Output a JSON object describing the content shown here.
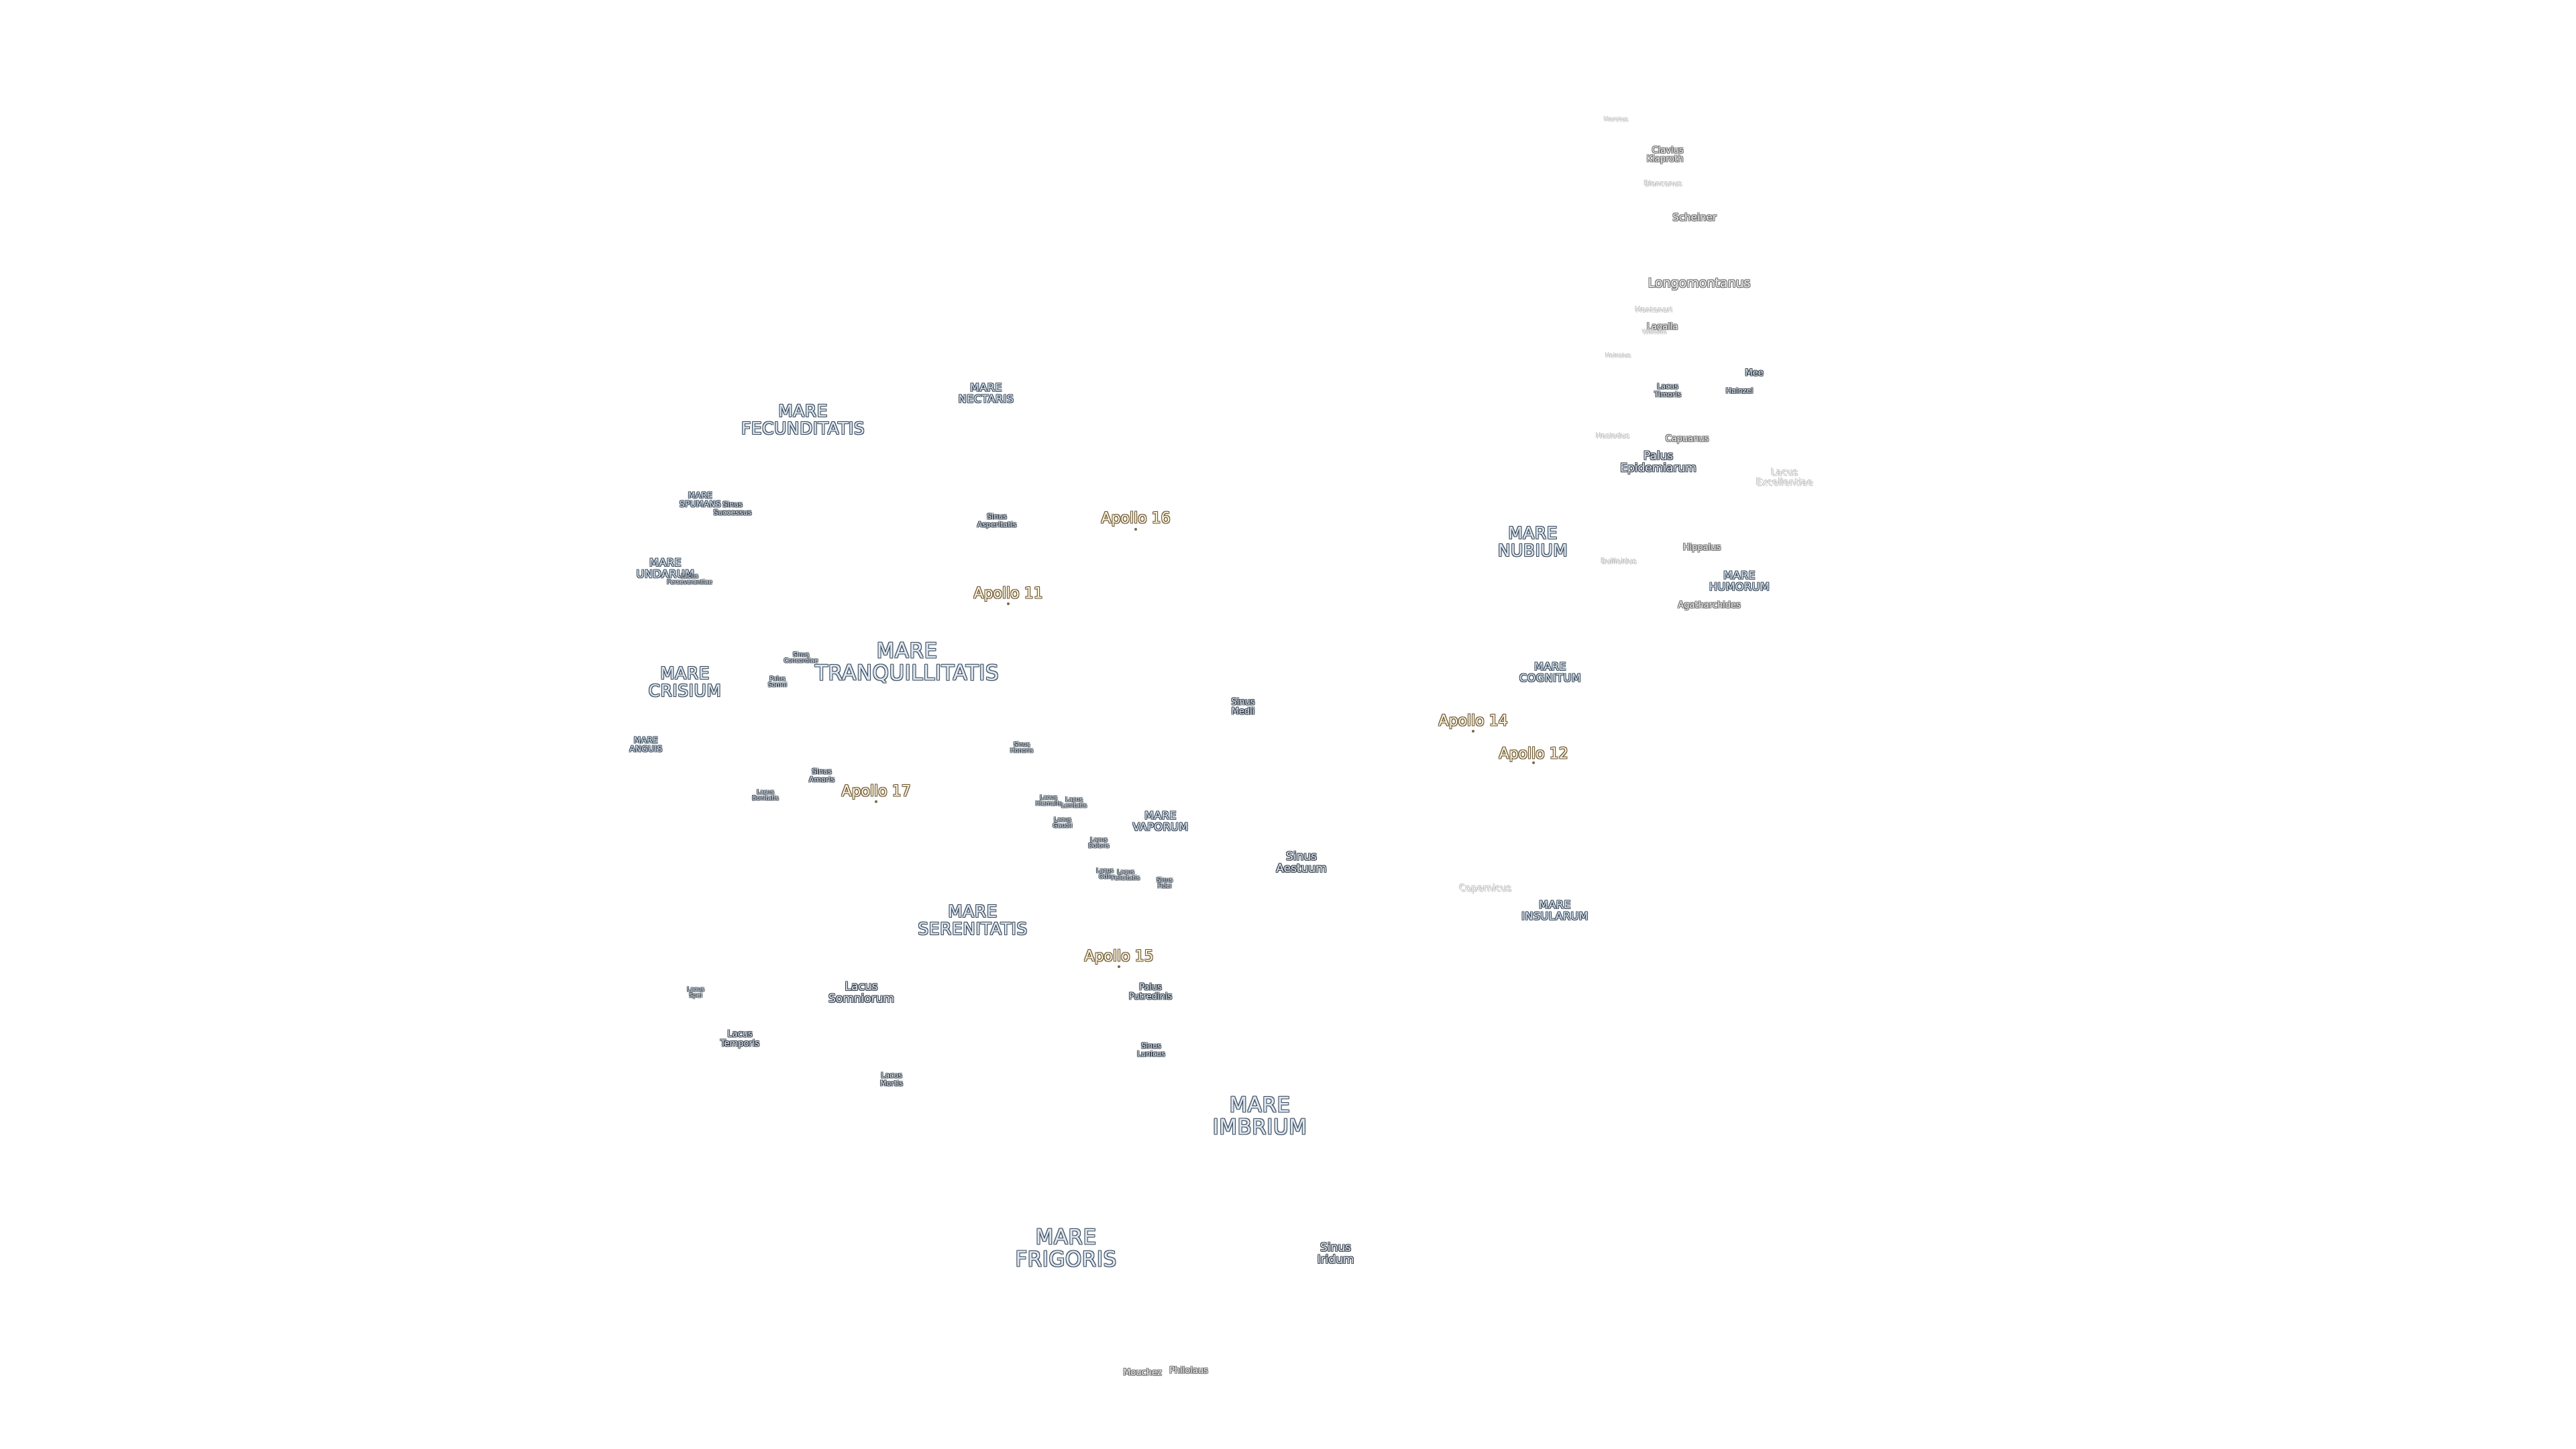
{
  "colors": {
    "background": "#ffffff",
    "mare_text": "#dce8f4",
    "mare_outline": "#3e4c5c",
    "apollo_text": "#fff3d8",
    "apollo_outline": "#6a5838",
    "crater_outline": "#707070",
    "faint_outline": "#c2c2c2"
  },
  "maria": {
    "fecunditatis": "MARE\nFECUNDITATIS",
    "nectaris": "MARE\nNECTARIS",
    "spumans": "MARE\nSPUMANS",
    "undarum": "MARE\nUNDARUM",
    "tranquillitatis": "MARE\nTRANQUILLITATIS",
    "crisium": "MARE\nCRISIUM",
    "anguis": "MARE\nANGUIS",
    "vaporum": "MARE\nVAPORUM",
    "serenitatis": "MARE\nSERENITATIS",
    "imbrium": "MARE\nIMBRIUM",
    "frigoris": "MARE\nFRIGORIS",
    "nubium": "MARE\nNUBIUM",
    "humorum": "MARE\nHUMORUM",
    "cognitum": "MARE\nCOGNITUM",
    "insularum": "MARE\nINSULARUM"
  },
  "features": {
    "sinus_successus": "Sinus\nSuccessus",
    "lacus_perseverantiae": "Lacus\nPerseverantiae",
    "sinus_asperitatis": "Sinus\nAsperitatis",
    "sinus_concordiae": "Sinus\nConcordiae",
    "palus_somni": "Palus\nSomni",
    "sinus_medii": "Sinus\nMedii",
    "sinus_honoris": "Sinus\nHonoris",
    "sinus_amoris": "Sinus\nAmoris",
    "lacus_bonitatis": "Lacus\nBonitatis",
    "lacus_hiemalis": "Lacus\nHiemalis",
    "lacus_lenitatis": "Lacus\nLenitatis",
    "lacus_gaudii": "Lacus\nGaudii",
    "lacus_doloris": "Lacus\nDoloris",
    "lacus_odii": "Lacus\nOdii",
    "lacus_felicitatis": "Lacus\nFelicitatis",
    "sinus_fidei": "Sinus\nFidei",
    "sinus_aestuum": "Sinus\nAestuum",
    "palus_putredinis": "Palus\nPutredinis",
    "lacus_spei": "Lacus\nSpei",
    "lacus_somniorum": "Lacus\nSomniorum",
    "lacus_temporis": "Lacus\nTemporis",
    "sinus_lunicus": "Sinus\nLunicus",
    "lacus_mortis": "Lacus\nMortis",
    "sinus_iridum": "Sinus\nIridum",
    "lacus_timoris": "Lacus\nTimoris",
    "palus_epidemiarum": "Palus\nEpidemiarum",
    "lacus_excellentiae": "Lacus\nExcellentiae"
  },
  "craters": {
    "moretus": "Moretus",
    "clavius": "Clavius",
    "klaproth": "Klaproth",
    "blancanus": "Blancanus",
    "scheiner": "Scheiner",
    "longomontanus": "Longomontanus",
    "montanari": "Montanari",
    "lagalla": "Lagalla",
    "wilhelm": "Wilhelm",
    "heinsius": "Heinsius",
    "mee": "Mee",
    "hainzel": "Hainzel",
    "hesiodus": "Hesiodus",
    "capuanus": "Capuanus",
    "bullialdus": "Bullialdus",
    "hippalus": "Hippalus",
    "agatharchides": "Agatharchides",
    "copernicus": "Copernicus",
    "mouchez": "Mouchez",
    "philolaus": "Philolaus"
  },
  "apollo": {
    "a16": "Apollo 16",
    "a11": "Apollo 11",
    "a17": "Apollo 17",
    "a14": "Apollo 14",
    "a12": "Apollo 12",
    "a15": "Apollo 15"
  }
}
